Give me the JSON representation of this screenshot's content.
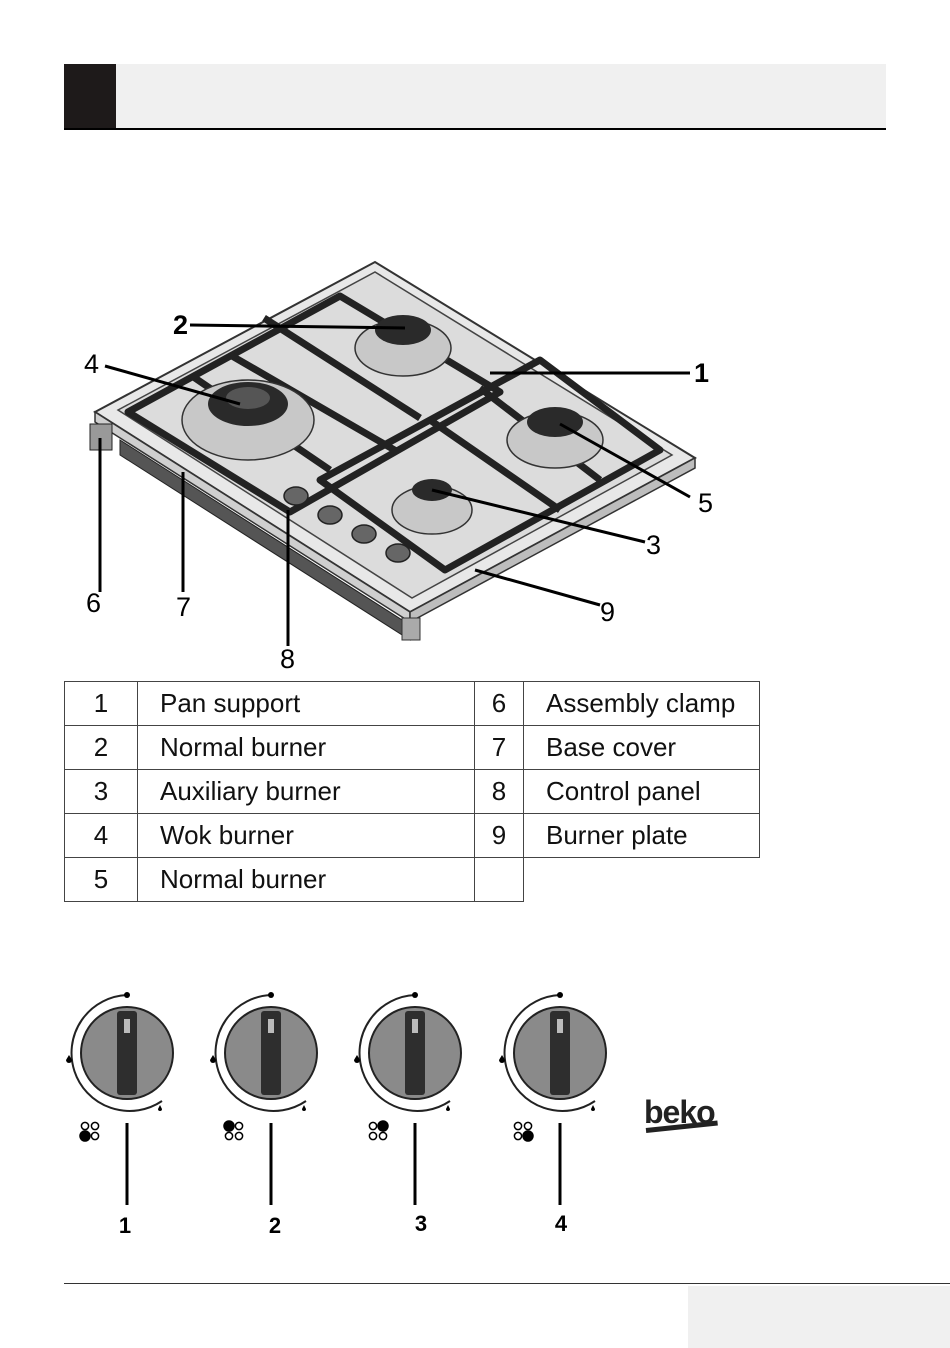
{
  "hob_callouts": {
    "c1": "1",
    "c2": "2",
    "c3": "3",
    "c4": "4",
    "c5": "5",
    "c6": "6",
    "c7": "7",
    "c8": "8",
    "c9": "9"
  },
  "parts_table": [
    {
      "num": "1",
      "label": "Pan  support",
      "num2": "6",
      "label2": "Assembly clamp"
    },
    {
      "num": "2",
      "label": "Normal burner",
      "num2": "7",
      "label2": "Base cover"
    },
    {
      "num": "3",
      "label": "Auxiliary burner",
      "num2": "8",
      "label2": "Control panel"
    },
    {
      "num": "4",
      "label": "Wok burner",
      "num2": "9",
      "label2": "Burner plate"
    },
    {
      "num": "5",
      "label": "Normal burner",
      "num2": "",
      "label2": ""
    }
  ],
  "knobs": [
    {
      "number": "1",
      "burner_position": "bottom-left"
    },
    {
      "number": "2",
      "burner_position": "top-left"
    },
    {
      "number": "3",
      "burner_position": "top-right"
    },
    {
      "number": "4",
      "burner_position": "bottom-right"
    }
  ],
  "brand": "beko",
  "colors": {
    "header_block": "#1e1a1a",
    "header_bar": "#f0f0f0",
    "footer_tab": "#f0f0f0"
  }
}
